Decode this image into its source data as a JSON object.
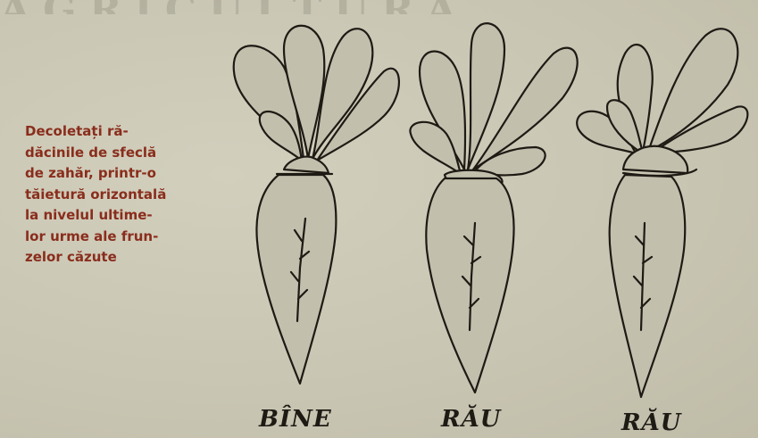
{
  "caption": {
    "lines": [
      "Decoletați       ră-",
      "dăcinile de sfeclă",
      "de zahăr, printr-o",
      "tăietură orizontală",
      "la nivelul ultime-",
      "lor urme ale frun-",
      "zelor căzute"
    ]
  },
  "labels": {
    "good": "BÎNE",
    "bad_1": "RĂU",
    "bad_2": "RĂU"
  },
  "colors": {
    "caption": "#8a2d1c",
    "ink": "#1e1a14",
    "paper": "#c9c6b4"
  }
}
